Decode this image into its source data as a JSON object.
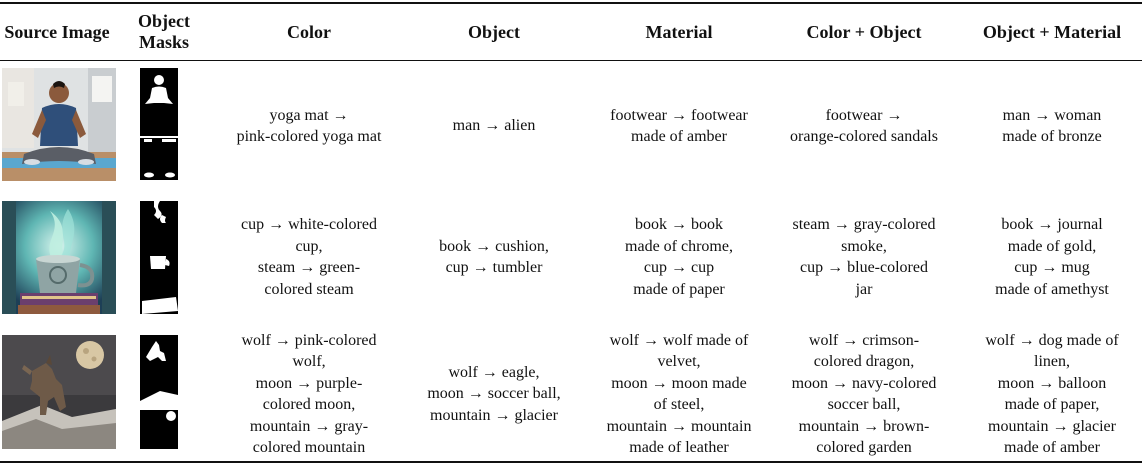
{
  "headers": {
    "source": "Source\nImage",
    "masks": "Object\nMasks",
    "color": "Color",
    "object": "Object",
    "material": "Material",
    "color_object": "Color + Object",
    "object_material": "Object + Material"
  },
  "rows": [
    {
      "color": "yoga mat →\npink-colored yoga mat",
      "object": "man → alien",
      "material": "footwear → footwear\nmade of amber",
      "color_object": "footwear →\norange-colored sandals",
      "object_material": "man → woman\nmade of bronze"
    },
    {
      "color": "cup → white-colored\ncup,\nsteam → green-\ncolored steam",
      "object": "book → cushion,\ncup → tumbler",
      "material": "book → book\nmade of chrome,\ncup → cup\nmade of paper",
      "color_object": "steam → gray-colored\nsmoke,\ncup → blue-colored\njar",
      "object_material": "book → journal\nmade of gold,\ncup → mug\nmade of amethyst"
    },
    {
      "color": "wolf → pink-colored\nwolf,\nmoon → purple-\ncolored moon,\nmountain → gray-\ncolored mountain",
      "object": "wolf → eagle,\nmoon → soccer ball,\nmountain → glacier",
      "material": "wolf → wolf made of\nvelvet,\nmoon → moon made\nof steel,\nmountain → mountain\nmade of leather",
      "color_object": "wolf → crimson-\ncolored dragon,\nmoon → navy-colored\nsoccer ball,\nmountain → brown-\ncolored garden",
      "object_material": "wolf → dog made of\nlinen,\nmoon → balloon\nmade of paper,\nmountain → glacier\nmade of amber"
    }
  ]
}
